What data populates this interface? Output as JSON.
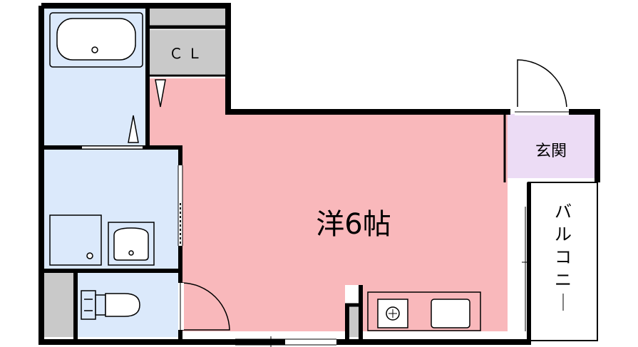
{
  "rooms": {
    "western_room": "洋6帖",
    "closet": "ＣＬ",
    "entrance": "玄関",
    "balcony": "バルコニー"
  },
  "colors": {
    "western_room": "#f9b8bb",
    "wet_area": "#dbe9fb",
    "entrance": "#ecdcf5",
    "storage": "#c9c9c9",
    "wall": "#000000"
  },
  "icons": [
    "bathtub-icon",
    "washing-machine-pan-icon",
    "washbasin-icon",
    "toilet-icon",
    "gas-stove-icon",
    "kitchen-sink-icon",
    "door-swing-icon"
  ]
}
